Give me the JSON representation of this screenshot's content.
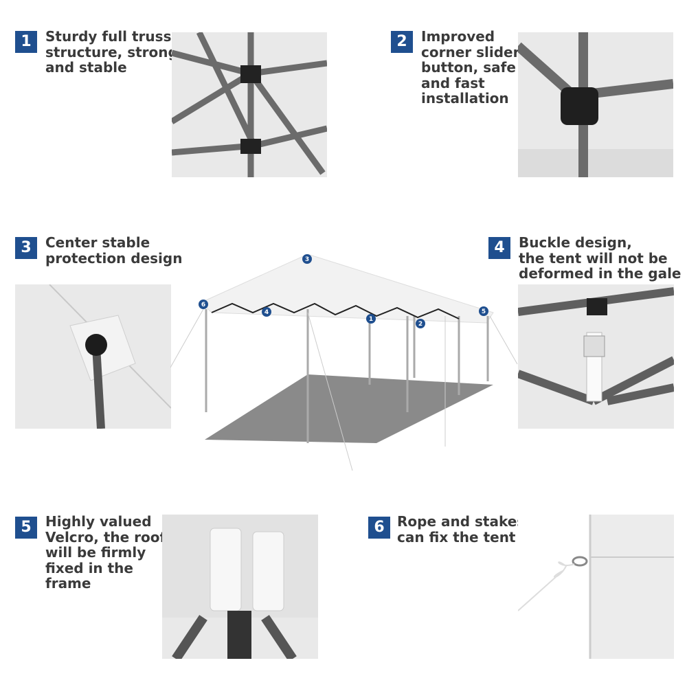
{
  "features": [
    {
      "number": "1",
      "text": "Sturdy full truss\nstructure, strong\nand stable"
    },
    {
      "number": "2",
      "text": "Improved\ncorner slider\nbutton, safe\nand fast\ninstallation"
    },
    {
      "number": "3",
      "text": "Center stable\nprotection design"
    },
    {
      "number": "4",
      "text": "Buckle design,\nthe tent will not be\ndeformed in the gale"
    },
    {
      "number": "5",
      "text": "Highly valued\nVelcro, the roof\nwill be firmly\nfixed in the\nframe"
    },
    {
      "number": "6",
      "text": "Rope and stakes\ncan fix the tent"
    }
  ],
  "colors": {
    "badge": "#1f4f8f",
    "text": "#3a3a3a"
  }
}
